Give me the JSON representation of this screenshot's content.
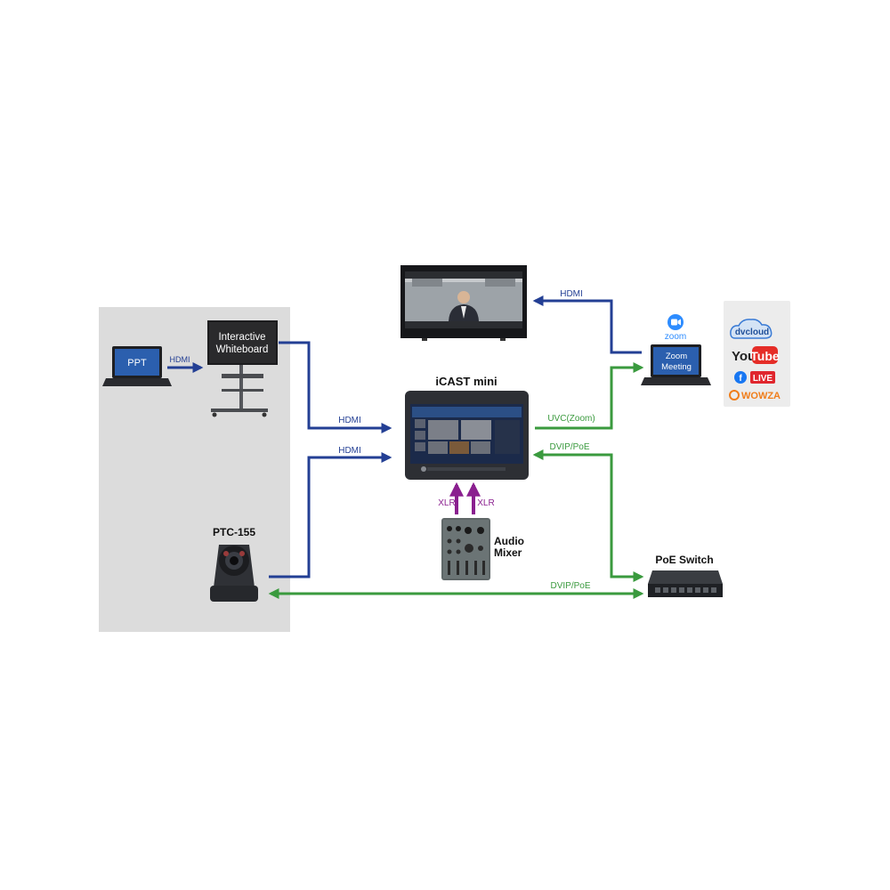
{
  "colors": {
    "hdmi": "#233f94",
    "network": "#3a9a3e",
    "xlr": "#8a1f8f",
    "panel": "#dcdcdc",
    "device_dark": "#2a2d33"
  },
  "devices": {
    "laptop_ppt": {
      "label": "PPT",
      "icon": "laptop-icon"
    },
    "whiteboard": {
      "label_line1": "Interactive",
      "label_line2": "Whiteboard",
      "icon": "whiteboard-icon"
    },
    "ptc": {
      "label": "PTC-155",
      "icon": "ptz-camera-icon"
    },
    "icast": {
      "label": "iCAST mini",
      "icon": "switcher-icon"
    },
    "tv": {
      "icon": "tv-monitor-icon"
    },
    "zoom_laptop": {
      "brand": "zoom",
      "label_line1": "Zoom",
      "label_line2": "Meeting",
      "icon": "laptop-icon"
    },
    "audio_mixer": {
      "label_line1": "Audio",
      "label_line2": "Mixer",
      "icon": "mixer-icon"
    },
    "poe_switch": {
      "label": "PoE Switch",
      "icon": "network-switch-icon"
    }
  },
  "platforms": {
    "dvcloud": "dvcloud",
    "youtube_you": "You",
    "youtube_tube": "Tube",
    "fb_live": "LIVE",
    "wowza": "WOWZA"
  },
  "connections": {
    "ppt_whiteboard": "HDMI",
    "whiteboard_icast": "HDMI",
    "ptc_icast": "HDMI",
    "zoom_tv": "HDMI",
    "icast_zoom": "UVC(Zoom)",
    "icast_switch": "DVIP/PoE",
    "ptc_switch": "DVIP/PoE",
    "xlr_left": "XLR",
    "xlr_right": "XLR"
  }
}
